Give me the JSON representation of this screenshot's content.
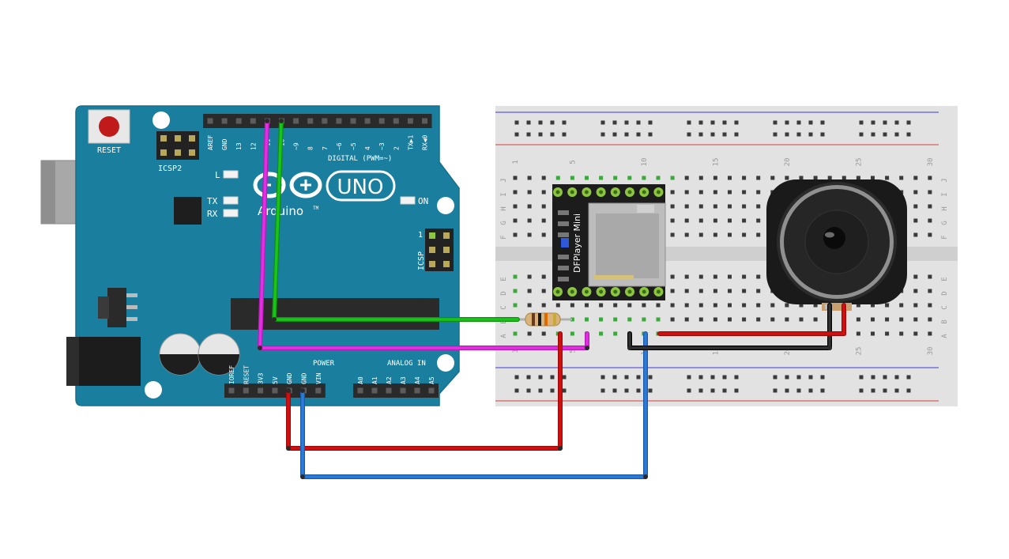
{
  "arduino": {
    "reset_label": "RESET",
    "icsp2_label": "ICSP2",
    "icsp_label": "ICSP",
    "icsp_pin1": "1",
    "led_l": "L",
    "led_tx": "TX",
    "led_rx": "RX",
    "led_on": "ON",
    "brand": "Arduino",
    "tm": "TM",
    "model": "UNO",
    "digital_header": "DIGITAL (PWM=~)",
    "power_header": "POWER",
    "analog_header": "ANALOG IN",
    "digital_pins": [
      "AREF",
      "GND",
      "13",
      "12",
      "~11",
      "~10",
      "~9",
      "8",
      "7",
      "~6",
      "~5",
      "4",
      "~3",
      "2",
      "TX▶1",
      "RX◀0"
    ],
    "power_pins": [
      "IOREF",
      "RESET",
      "3V3",
      "5V",
      "GND",
      "GND",
      "VIN"
    ],
    "analog_pins": [
      "A0",
      "A1",
      "A2",
      "A3",
      "A4",
      "A5"
    ]
  },
  "breadboard": {
    "row_letters_top": [
      "J",
      "I",
      "H",
      "G",
      "F"
    ],
    "row_letters_bottom": [
      "E",
      "D",
      "C",
      "B",
      "A"
    ],
    "column_numbers": [
      "1",
      "5",
      "10",
      "15",
      "20",
      "25",
      "30"
    ]
  },
  "dfplayer": {
    "label": "DFPlayer Mini"
  },
  "colors": {
    "board": "#1a7f9f",
    "wire_red": "#d40f0f",
    "wire_black": "#222222",
    "wire_green": "#1bc41b",
    "wire_magenta": "#e42ee4",
    "wire_blue": "#2b7bd9"
  }
}
